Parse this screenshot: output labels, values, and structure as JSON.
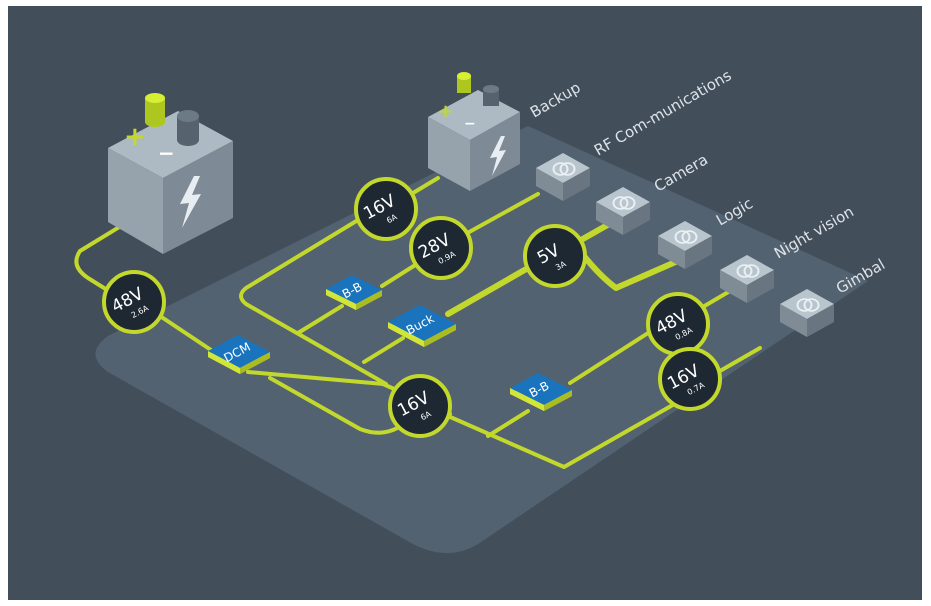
{
  "sources": [
    {
      "id": "main",
      "terminal_plus": "+",
      "terminal_minus": "−"
    },
    {
      "id": "backup",
      "label": "Backup",
      "terminal_plus": "+",
      "terminal_minus": "−"
    }
  ],
  "loads": [
    {
      "label": "RF Com-munications"
    },
    {
      "label": "Camera"
    },
    {
      "label": "Logic"
    },
    {
      "label": "Night vision"
    },
    {
      "label": "Gimbal"
    }
  ],
  "rails": [
    {
      "voltage": "48V",
      "current": "2.6A"
    },
    {
      "voltage": "16V",
      "current": "6A"
    },
    {
      "voltage": "28V",
      "current": "0.9A"
    },
    {
      "voltage": "5V",
      "current": "3A"
    },
    {
      "voltage": "48V",
      "current": "0.8A"
    },
    {
      "voltage": "16V",
      "current": "6A"
    },
    {
      "voltage": "16V",
      "current": "0.7A"
    }
  ],
  "converters": [
    {
      "label": "DCM"
    },
    {
      "label": "B-B"
    },
    {
      "label": "Buck"
    },
    {
      "label": "B-B"
    }
  ],
  "colors": {
    "background": "#434e5b",
    "platform": "#536270",
    "wire": "#c3d82c",
    "chip": "#1a74bd",
    "rail_badge": "#1e2833"
  }
}
